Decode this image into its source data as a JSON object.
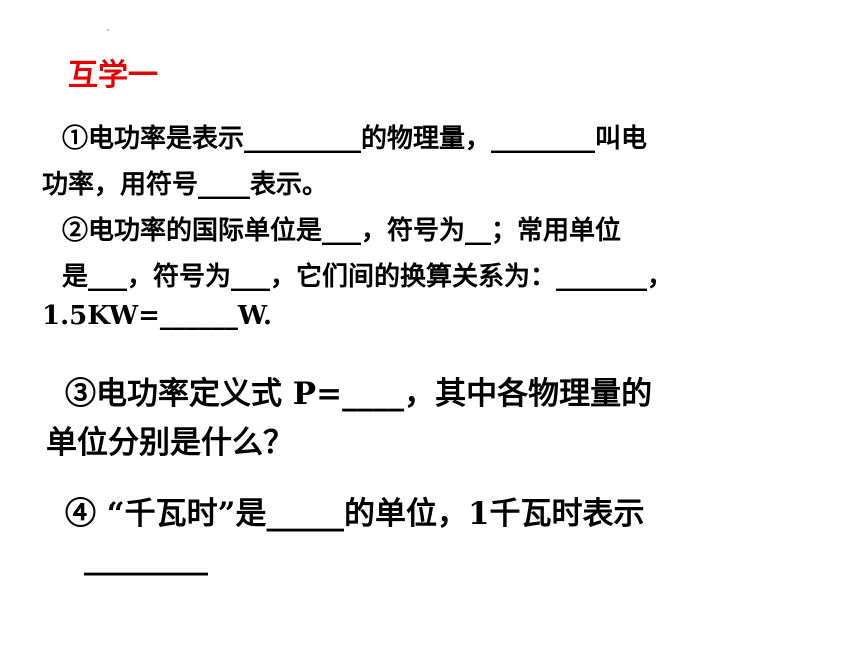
{
  "title": "互学一",
  "lines": [
    "①电功率是表示_________的物理量，________叫电",
    "功率，用符号____表示。",
    "②电功率的国际单位是___，符号为__；常用单位",
    "是___，符号为___，它们间的换算关系为：_______，",
    "1.5KW=______W.",
    "③电功率定义式 P=____，其中各物理量的",
    "单位分别是什么？",
    "④ “千瓦时”是_____的单位，1千瓦时表示",
    "________"
  ]
}
